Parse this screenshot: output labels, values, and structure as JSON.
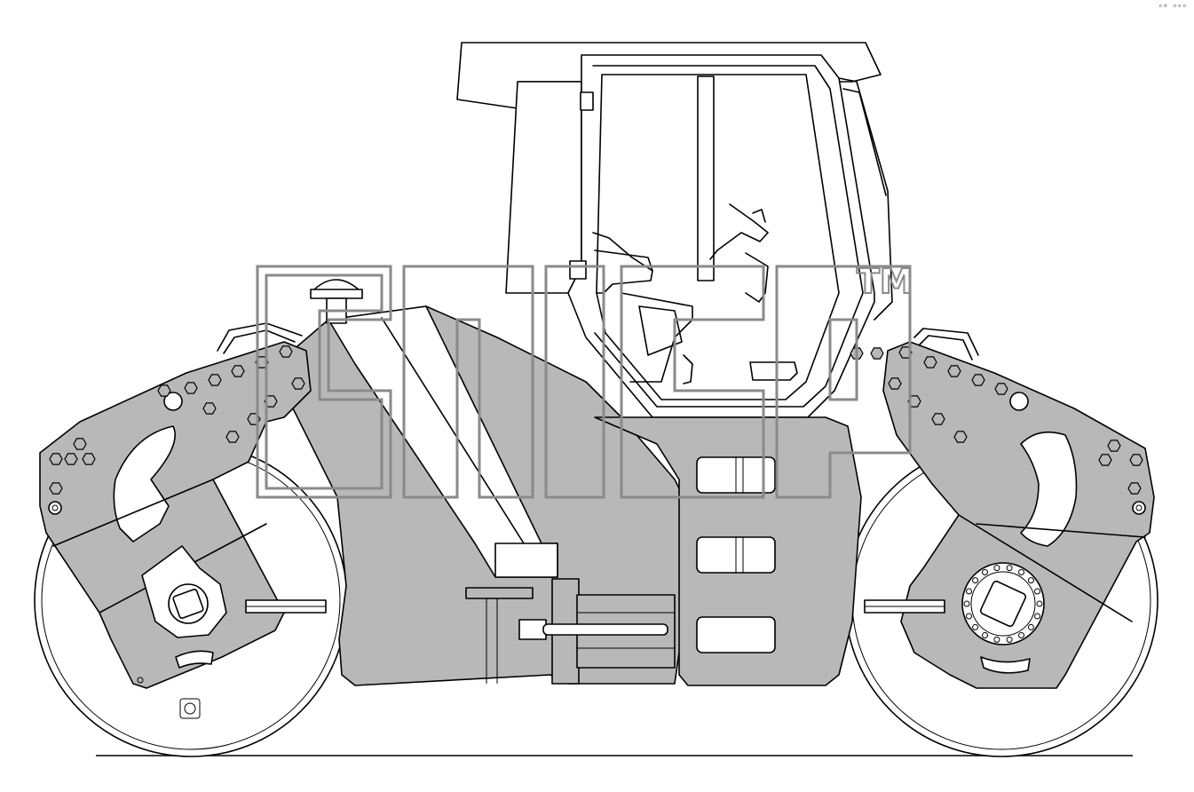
{
  "diagram": {
    "subject": "tandem-roller-side-view",
    "colors": {
      "body": "#b8b8b8",
      "outline": "#000000",
      "watermark": "#8a8a8a",
      "background": "#ffffff"
    }
  },
  "watermark": {
    "trademark": "TM"
  },
  "corner_mark": "ᵒᵈ ᵒᵒᵒ"
}
